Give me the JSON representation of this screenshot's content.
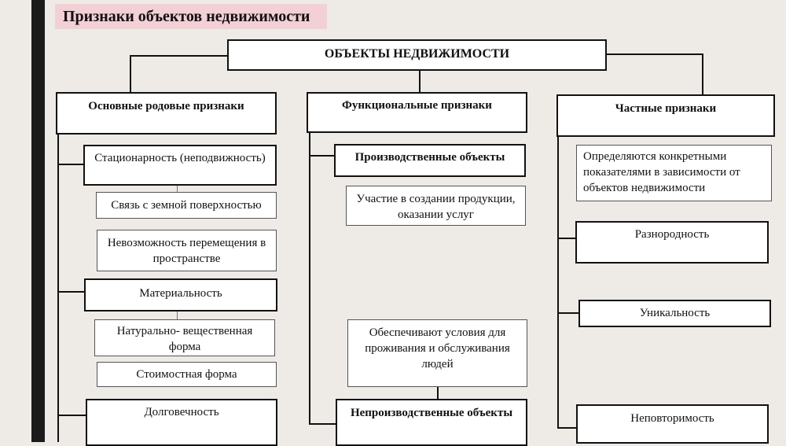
{
  "title": "Признаки объектов недвижимости",
  "root": "ОБЪЕКТЫ НЕДВИЖИМОСТИ",
  "columns": {
    "generic": {
      "header": "Основные родовые признаки",
      "stationarity": "Стационарность (неподвижность)",
      "earth_link": "Связь с земной поверхностью",
      "immobility": "Невозможность перемещения в пространстве",
      "materiality": "Материальность",
      "natural_form": "Натурально- вещественная форма",
      "value_form": "Стоимостная форма",
      "durability": "Долговечность"
    },
    "functional": {
      "header": "Функциональные признаки",
      "production": "Производственные объекты",
      "production_desc": "Участие в создании продукции, оказании услуг",
      "nonproduction_desc": "Обеспечивают условия для проживания и обслуживания людей",
      "nonproduction": "Непроизводственные объекты"
    },
    "specific": {
      "header": "Частные признаки",
      "desc": "Определяются конкретными показателями в зависимости от объектов недвижимости",
      "heterogeneity": "Разнородность",
      "uniqueness": "Уникальность",
      "non_repeatability": "Неповторимость"
    }
  }
}
